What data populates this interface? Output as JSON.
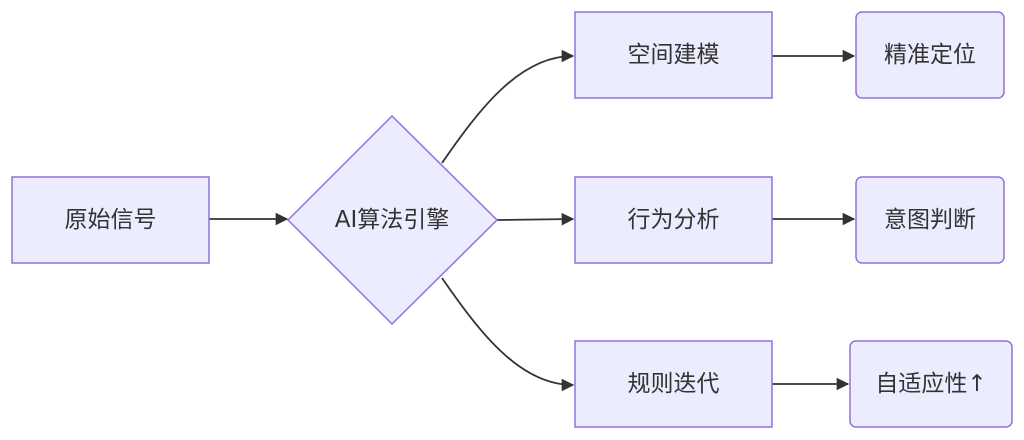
{
  "colors": {
    "node_fill": "#ECECFF",
    "node_stroke": "#9370DB",
    "edge": "#333333",
    "text": "#333333"
  },
  "nodes": {
    "source": "原始信号",
    "engine": "AI算法引擎",
    "spatial": "空间建模",
    "behavior": "行为分析",
    "rules": "规则迭代",
    "precise": "精准定位",
    "intent": "意图判断",
    "adaptive": "自适应性↑"
  },
  "edges": [
    {
      "from": "source",
      "to": "engine"
    },
    {
      "from": "engine",
      "to": "spatial"
    },
    {
      "from": "engine",
      "to": "behavior"
    },
    {
      "from": "engine",
      "to": "rules"
    },
    {
      "from": "spatial",
      "to": "precise"
    },
    {
      "from": "behavior",
      "to": "intent"
    },
    {
      "from": "rules",
      "to": "adaptive"
    }
  ]
}
